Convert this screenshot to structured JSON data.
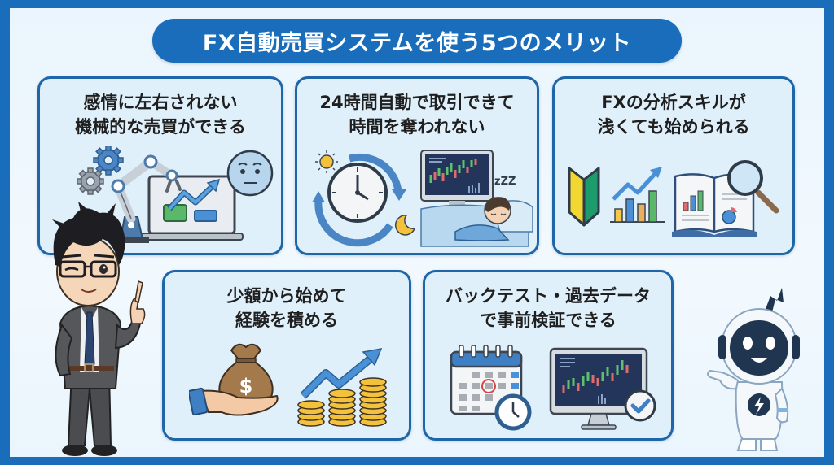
{
  "title": "FX自動売買システムを使う5つのメリット",
  "colors": {
    "frame_blue": "#1a6dbb",
    "card_border": "#1e66a8",
    "card_bg": "#dff0fb",
    "background": "#eef7fd",
    "heading_text": "#1f1f1f"
  },
  "cards": [
    {
      "lines": [
        "感情に左右されない",
        "機械的な売買ができる"
      ],
      "icons": [
        "gears-icon",
        "robot-arm-icon",
        "laptop-chart-icon",
        "neutral-face-icon"
      ]
    },
    {
      "lines": [
        "24時間自動で取引できて",
        "時間を奪われない"
      ],
      "icons": [
        "sun-icon",
        "clock-cycle-icon",
        "moon-icon",
        "monitor-candlestick-icon",
        "sleeping-person-icon"
      ],
      "sleep_text": "zZZ"
    },
    {
      "lines": [
        "FXの分析スキルが",
        "浅くても始められる"
      ],
      "icons": [
        "beginner-mark-icon",
        "bar-chart-arrow-icon",
        "book-chart-icon",
        "magnifier-icon"
      ]
    },
    {
      "lines": [
        "少額から始めて",
        "経験を積める"
      ],
      "icons": [
        "money-bag-hand-icon",
        "coin-stacks-arrow-icon"
      ],
      "currency_symbol": "$"
    },
    {
      "lines": [
        "バックテスト・過去データ",
        "で事前検証できる"
      ],
      "icons": [
        "calendar-clock-icon",
        "monitor-check-icon"
      ]
    }
  ],
  "characters": [
    {
      "name": "businessman-mascot"
    },
    {
      "name": "robot-mascot"
    }
  ]
}
